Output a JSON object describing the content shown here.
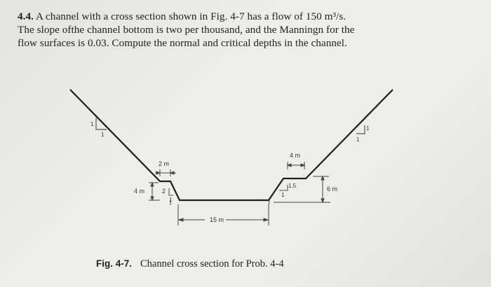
{
  "problem": {
    "number": "4.4.",
    "lines": [
      " A channel with a cross section shown in Fig. 4-7 has a flow of 150 m³/s.",
      "The slope ofthe channel bottom is two per thousand, and the Manningn for the",
      "flow surfaces is 0.03. Compute the normal and critical depths in the channel."
    ]
  },
  "figure": {
    "labels": {
      "left_berm_width": "2 m",
      "left_lower_depth": "4 m",
      "left_inner_slope_v": "2",
      "left_inner_slope_h": "1",
      "left_outer_slope_v": "1",
      "left_outer_slope_h": "1",
      "bottom_width": "15 m",
      "right_berm_width": "4 m",
      "right_inner_slope_v": "1.5",
      "right_inner_slope_h": "1",
      "right_lower_depth": "6 m",
      "right_outer_slope_v": "1",
      "right_outer_slope_h": "1"
    },
    "caption": {
      "number": "Fig. 4-7.",
      "text": "Channel cross section for Prob. 4-4"
    }
  }
}
